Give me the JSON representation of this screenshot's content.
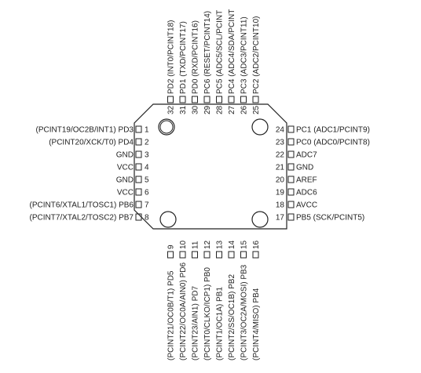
{
  "colors": {
    "stroke": "#222222",
    "text": "#222222",
    "background": "#ffffff"
  },
  "pins": {
    "left": [
      {
        "num": "1",
        "label": "(PCINT19/OC2B/INT1) PD3"
      },
      {
        "num": "2",
        "label": "(PCINT20/XCK/T0) PD4"
      },
      {
        "num": "3",
        "label": "GND"
      },
      {
        "num": "4",
        "label": "VCC"
      },
      {
        "num": "5",
        "label": "GND"
      },
      {
        "num": "6",
        "label": "VCC"
      },
      {
        "num": "7",
        "label": "(PCINT6/XTAL1/TOSC1) PB6"
      },
      {
        "num": "8",
        "label": "(PCINT7/XTAL2/TOSC2) PB7"
      }
    ],
    "bottom": [
      {
        "num": "9",
        "label": "(PCINT21/OC0B/T1) PD5"
      },
      {
        "num": "10",
        "label": "(PCINT22/OC0A/AIN0) PD6"
      },
      {
        "num": "11",
        "label": "(PCINT23/AIN1) PD7"
      },
      {
        "num": "12",
        "label": "(PCINT0/CLKO/ICP1) PB0"
      },
      {
        "num": "13",
        "label": "(PCINT1/OC1A) PB1"
      },
      {
        "num": "14",
        "label": "(PCINT2/SS/OC1B) PB2"
      },
      {
        "num": "15",
        "label": "(PCINT3/OC2A/MOSI) PB3"
      },
      {
        "num": "16",
        "label": "(PCINT4/MISO) PB4"
      }
    ],
    "right": [
      {
        "num": "24",
        "label": "PC1 (ADC1/PCINT9)"
      },
      {
        "num": "23",
        "label": "PC0 (ADC0/PCINT8)"
      },
      {
        "num": "22",
        "label": "ADC7"
      },
      {
        "num": "21",
        "label": "GND"
      },
      {
        "num": "20",
        "label": "AREF"
      },
      {
        "num": "19",
        "label": "ADC6"
      },
      {
        "num": "18",
        "label": "AVCC"
      },
      {
        "num": "17",
        "label": "PB5 (SCK/PCINT5)"
      }
    ],
    "top": [
      {
        "num": "32",
        "label": "PD2 (INT0/PCINT18)"
      },
      {
        "num": "31",
        "label": "PD1 (TXD/PCINT17)"
      },
      {
        "num": "30",
        "label": "PD0 (RXD/PCINT16)"
      },
      {
        "num": "29",
        "label": "PC6 (RESET/PCINT14)"
      },
      {
        "num": "28",
        "label": "PC5 (ADC5/SCL/PCINT"
      },
      {
        "num": "27",
        "label": "PC4 (ADC4/SDA/PCINT"
      },
      {
        "num": "26",
        "label": "PC3 (ADC3/PCINT11)"
      },
      {
        "num": "25",
        "label": "PC2 (ADC2/PCINT10)"
      }
    ]
  }
}
